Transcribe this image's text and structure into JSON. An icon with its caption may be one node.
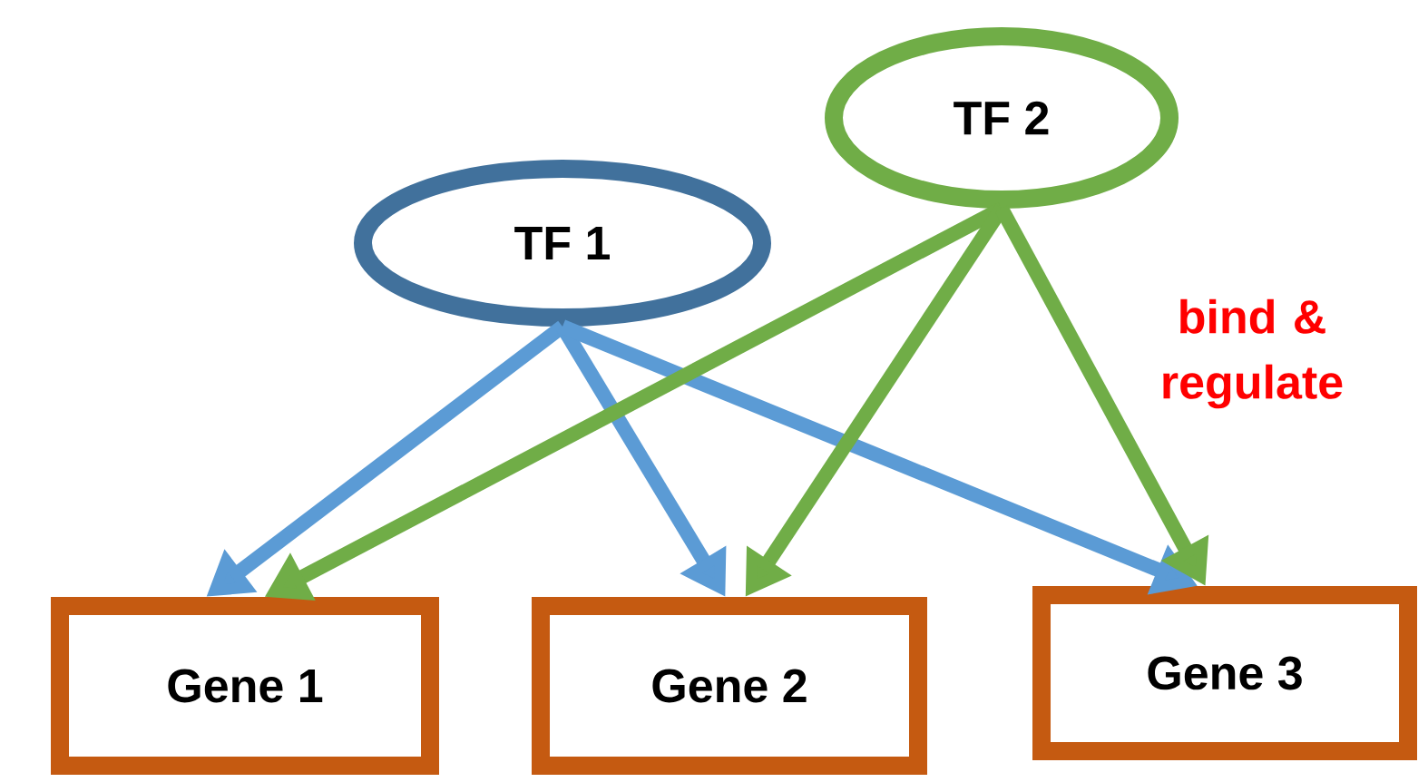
{
  "diagram": {
    "nodes": [
      {
        "text": [
          "TF 1"
        ]
      },
      {
        "text": [
          "TF 2"
        ]
      },
      {
        "text": [
          "Gene 1"
        ]
      },
      {
        "text": [
          "Gene 2"
        ]
      },
      {
        "text": [
          "Gene 3"
        ]
      }
    ],
    "edges": [
      {
        "from": 0,
        "to": 2,
        "arrow": "to",
        "color": "#5b9bd5"
      },
      {
        "from": 0,
        "to": 3,
        "arrow": "to",
        "color": "#5b9bd5"
      },
      {
        "from": 0,
        "to": 4,
        "arrow": "to",
        "color": "#5b9bd5"
      },
      {
        "from": 1,
        "to": 2,
        "arrow": "to",
        "color": "#70ad47"
      },
      {
        "from": 1,
        "to": 3,
        "arrow": "to",
        "color": "#70ad47"
      },
      {
        "from": 1,
        "to": 4,
        "arrow": "to",
        "color": "#70ad47"
      }
    ],
    "labels": [
      "bind & regulate"
    ]
  }
}
